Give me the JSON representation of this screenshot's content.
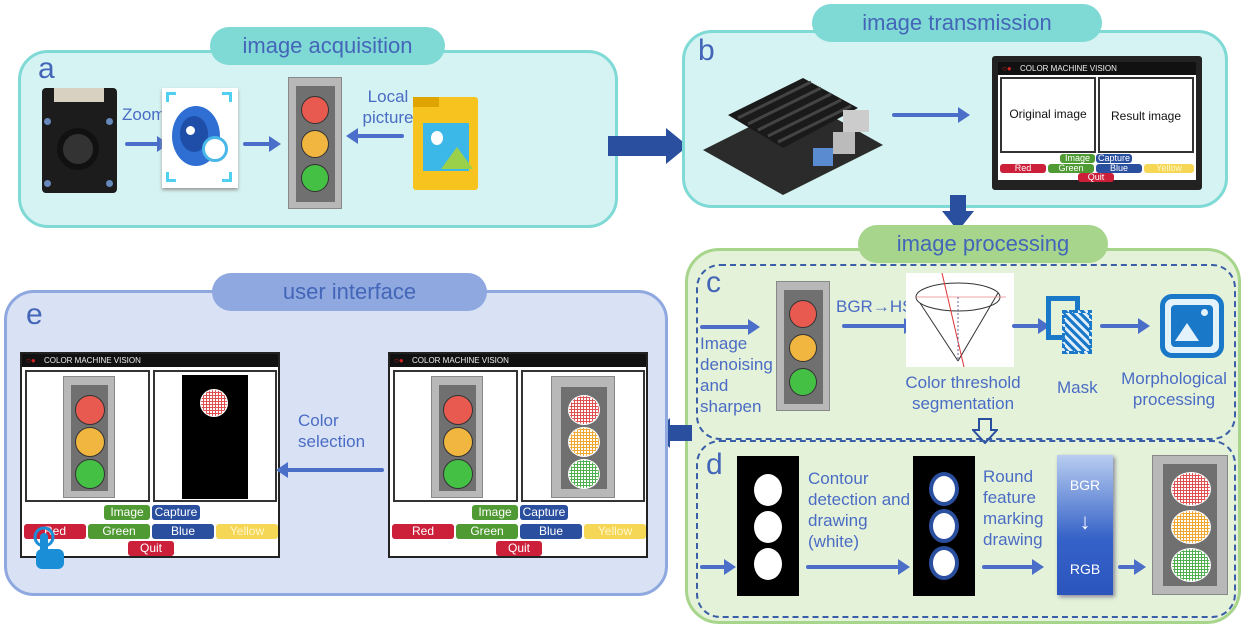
{
  "colors": {
    "acquisition_fill": "#d4f3f2",
    "acquisition_border": "#7fd9d5",
    "processing_fill": "#e4f2d9",
    "processing_border": "#a6d58b",
    "ui_fill": "#d9e2f5",
    "ui_border": "#8fa8e0",
    "label_blue": "#4466b8",
    "flow_arrow": "#2b4f9f",
    "btn_red": "#cc1f3a",
    "btn_green": "#4f9a32",
    "btn_blue": "#2b4f9f",
    "btn_yellow": "#f6d655"
  },
  "panels": {
    "a": {
      "letter": "a",
      "title": "image acquisition",
      "labels": {
        "zoom": "Zoom",
        "local_picture": "Local picture"
      },
      "icons": [
        "camera-module",
        "zoom-eye-icon",
        "traffic-light-image",
        "folder-picture-icon"
      ]
    },
    "b": {
      "letter": "b",
      "title": "image transmission",
      "screen": {
        "window_title": "COLOR MACHINE VISION",
        "left_pane": "Original image",
        "right_pane": "Result image",
        "buttons": {
          "image": "Image",
          "capture": "Capture",
          "red": "Red",
          "green": "Green",
          "blue": "Blue",
          "yellow": "Yellow",
          "quit": "Quit"
        }
      }
    },
    "processing": {
      "title": "image processing",
      "c": {
        "letter": "c",
        "labels": {
          "denoise": "Image denoising and sharpen",
          "convert": "BGR→HSV",
          "threshold": "Color threshold segmentation",
          "mask": "Mask",
          "morph": "Morphological processing"
        }
      },
      "d": {
        "letter": "d",
        "labels": {
          "contour": "Contour detection and drawing (white)",
          "round": "Round feature marking drawing",
          "bgr": "BGR",
          "down_arrow": "↓",
          "rgb": "RGB"
        }
      }
    },
    "e": {
      "letter": "e",
      "title": "user interface",
      "label_color_selection": "Color selection",
      "screen": {
        "window_title": "COLOR MACHINE VISION",
        "buttons": {
          "image": "Image",
          "capture": "Capture",
          "red": "Red",
          "green": "Green",
          "blue": "Blue",
          "yellow": "Yellow",
          "quit": "Quit"
        }
      }
    }
  }
}
